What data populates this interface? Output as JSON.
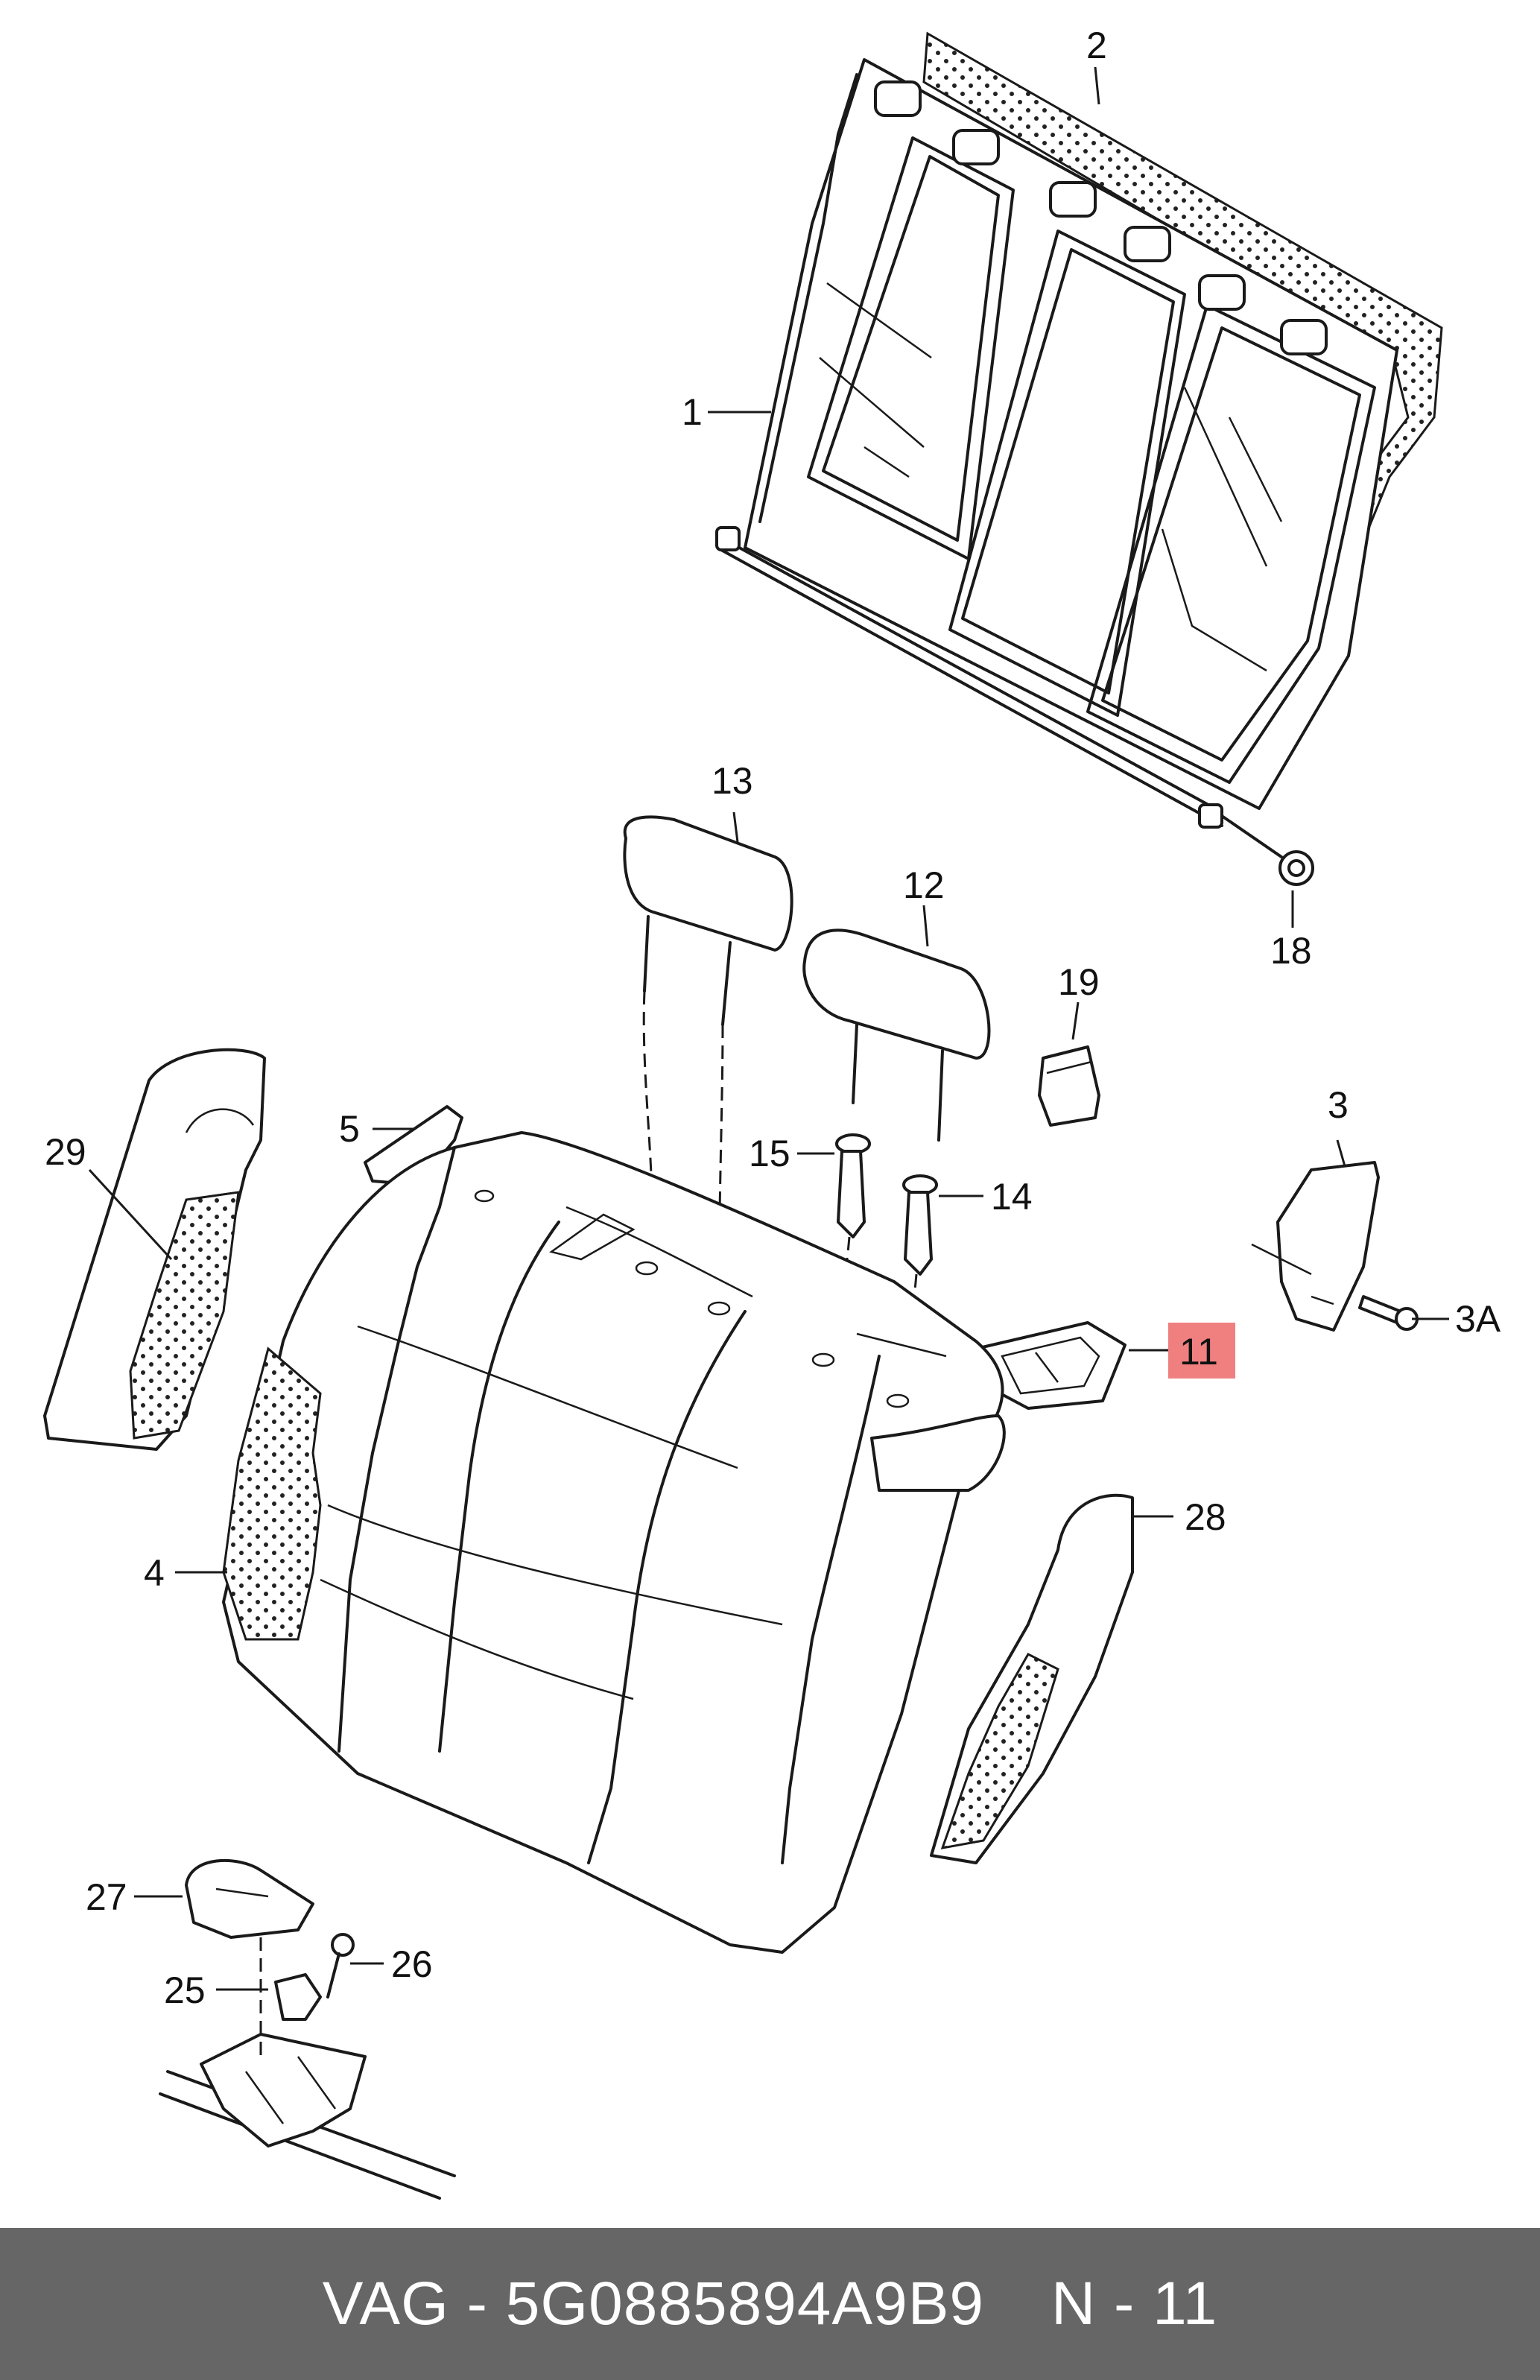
{
  "colors": {
    "highlight": "#f08080",
    "footer_bg": "#666666",
    "footer_text": "#ffffff"
  },
  "callouts": {
    "c1": "1",
    "c2": "2",
    "c3": "3",
    "c3a": "3A",
    "c4": "4",
    "c5": "5",
    "c11": "11",
    "c12": "12",
    "c13": "13",
    "c14": "14",
    "c15": "15",
    "c18": "18",
    "c19": "19",
    "c25": "25",
    "c26": "26",
    "c27": "27",
    "c28": "28",
    "c29": "29"
  },
  "highlighted_callout": "11",
  "footer": {
    "brand": "VAG",
    "separator": "-",
    "part_number": "5G0885894A9B9",
    "position": "N - 11"
  }
}
